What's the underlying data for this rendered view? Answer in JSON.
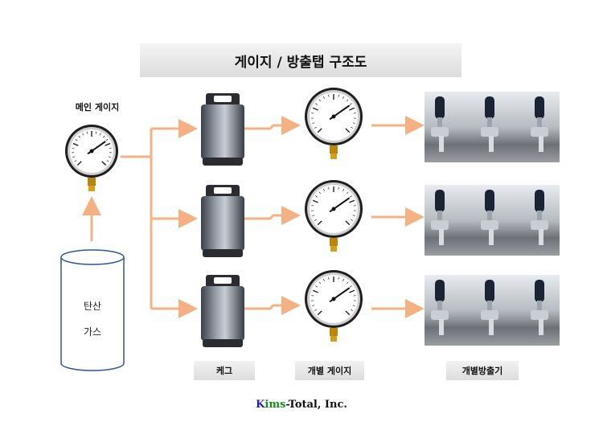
{
  "title": "게이지 / 방출탭 구조도",
  "labels": {
    "main_gauge": "메인 게이지",
    "keg": "케그",
    "individual_gauge": "개별 게이지",
    "individual_tap": "개별방출기"
  },
  "gas_tank": {
    "line1": "탄산",
    "line2": "가스"
  },
  "company": {
    "k": "K",
    "ims": "ims",
    "rest": "-Total, Inc."
  },
  "colors": {
    "arrow": "#f4b183",
    "tank_outline": "#2f5597",
    "brand_k": "#1f1fb5",
    "brand_ims": "#1a8a1a"
  },
  "icons": [
    "pressure-gauge-icon",
    "keg-icon",
    "beer-tap-icon",
    "gas-cylinder-icon"
  ]
}
